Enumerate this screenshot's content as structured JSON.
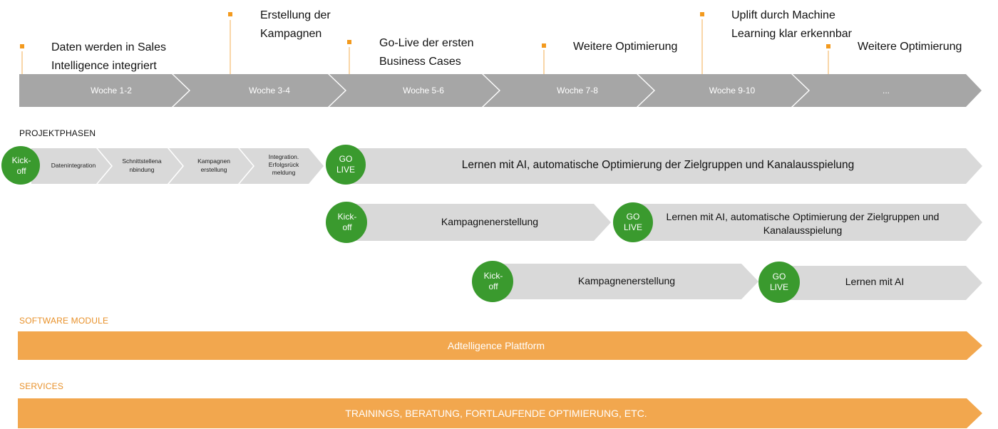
{
  "milestones": [
    {
      "line1": "Daten werden in Sales",
      "line2": "Intelligence integriert"
    },
    {
      "line1": "Erstellung der",
      "line2": "Kampagnen"
    },
    {
      "line1": "Go-Live der ersten",
      "line2": "Business Cases"
    },
    {
      "line1": "Weitere Optimierung",
      "line2": ""
    },
    {
      "line1": "Uplift durch Machine",
      "line2": "Learning klar erkennbar"
    },
    {
      "line1": "Weitere Optimierung",
      "line2": ""
    }
  ],
  "timeline": [
    "Woche 1-2",
    "Woche 3-4",
    "Woche 5-6",
    "Woche 7-8",
    "Woche 9-10",
    "..."
  ],
  "sections": {
    "phases": "PROJEKTPHASEN",
    "software": "SOFTWARE MODULE",
    "services": "SERVICES"
  },
  "row1": {
    "kickoff": [
      "Kick-",
      "off"
    ],
    "steps": [
      [
        "Datenintegration"
      ],
      [
        "Schnittstellena",
        "nbindung"
      ],
      [
        "Kampagnen",
        "erstellung"
      ],
      [
        "Integration.",
        "Erfolgsrück",
        "meldung"
      ]
    ],
    "golive": [
      "GO",
      "LIVE"
    ],
    "learning": "Lernen mit AI, automatische Optimierung der Zielgruppen und Kanalausspielung"
  },
  "row2": {
    "kickoff": [
      "Kick-",
      "off"
    ],
    "campaign": "Kampagnenerstellung",
    "golive": [
      "GO",
      "LIVE"
    ],
    "learning": [
      "Lernen mit AI, automatische Optimierung der Zielgruppen und",
      "Kanalausspielung"
    ]
  },
  "row3": {
    "kickoff": [
      "Kick-",
      "off"
    ],
    "campaign": "Kampagnenerstellung",
    "golive": [
      "GO",
      "LIVE"
    ],
    "learning": "Lernen mit AI"
  },
  "software_bar": "Adtelligence Plattform",
  "services_bar": "TRAININGS, BERATUNG, FORTLAUFENDE OPTIMIERUNG, ETC.",
  "colors": {
    "orange": "#F2A74E",
    "marker": "#F39A1E",
    "green": "#3A9A2E",
    "timeline_gray": "#A6A6A6",
    "phase_gray": "#D9D9D9",
    "section_orange": "#E8912A"
  }
}
